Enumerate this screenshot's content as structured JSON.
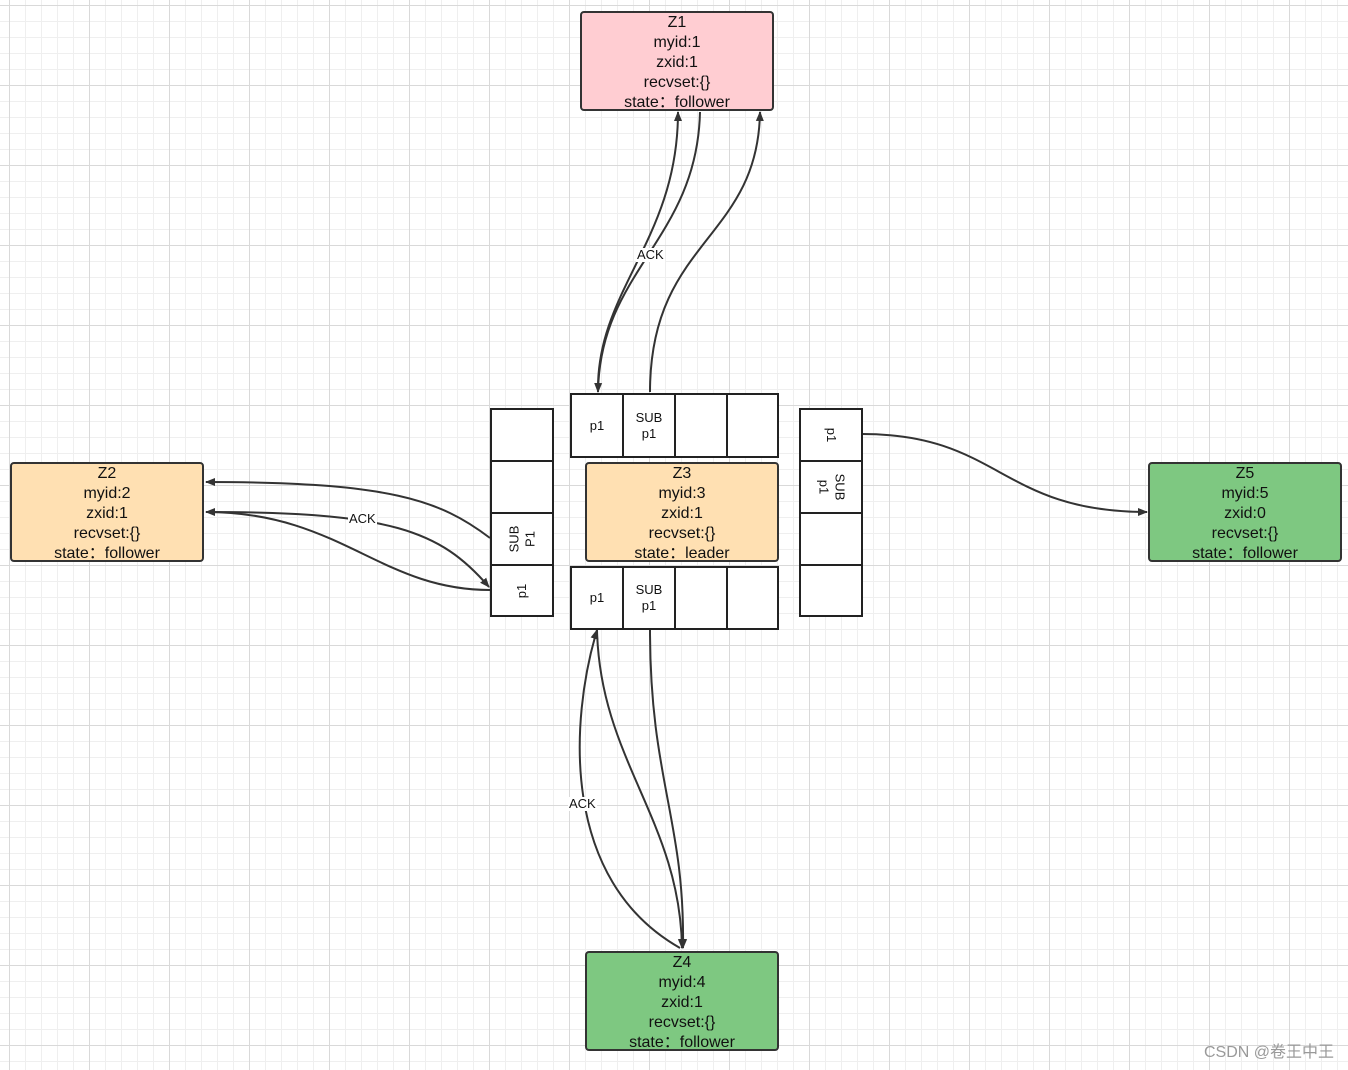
{
  "nodes": {
    "z1": {
      "title": "Z1",
      "myid": "myid:1",
      "zxid": "zxid:1",
      "recvset": "recvset:{}",
      "state": "state：follower",
      "fill": "#ffcdd2"
    },
    "z2": {
      "title": "Z2",
      "myid": "myid:2",
      "zxid": "zxid:1",
      "recvset": "recvset:{}",
      "state": "state：follower",
      "fill": "#ffe0b2"
    },
    "z3": {
      "title": "Z3",
      "myid": "myid:3",
      "zxid": "zxid:1",
      "recvset": "recvset:{}",
      "state": "state：leader",
      "fill": "#ffe0b2"
    },
    "z4": {
      "title": "Z4",
      "myid": "myid:4",
      "zxid": "zxid:1",
      "recvset": "recvset:{}",
      "state": "state：follower",
      "fill": "#7ec881"
    },
    "z5": {
      "title": "Z5",
      "myid": "myid:5",
      "zxid": "zxid:0",
      "recvset": "recvset:{}",
      "state": "state：follower",
      "fill": "#7ec881"
    }
  },
  "queues": {
    "top": {
      "p1": "p1",
      "sub_l1": "SUB",
      "sub_l2": "p1"
    },
    "bottom": {
      "p1": "p1",
      "sub_l1": "SUB",
      "sub_l2": "p1"
    },
    "left": {
      "sub_l1": "SUB",
      "sub_l2": "P1",
      "p1": "p1"
    },
    "right": {
      "p1": "p1",
      "sub_l1": "SUB",
      "sub_l2": "p1"
    }
  },
  "edges": {
    "ack_top": "ACK",
    "ack_left": "ACK",
    "ack_bottom": "ACK"
  },
  "watermark": "CSDN @卷王中王"
}
